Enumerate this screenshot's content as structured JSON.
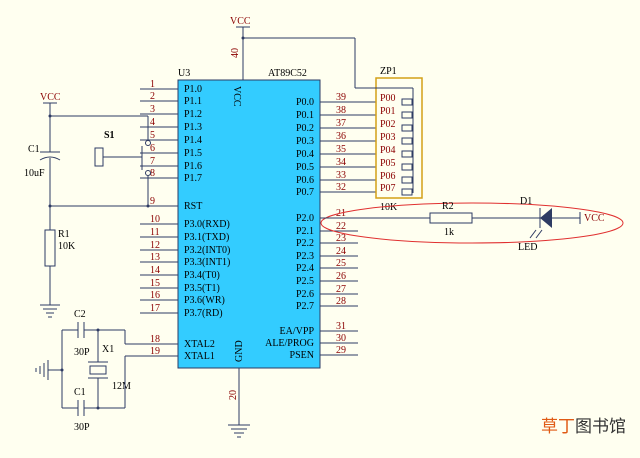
{
  "chip": {
    "ref": "U3",
    "part": "AT89C52",
    "vcc_pin_label": "VCC",
    "gnd_pin_label": "GND",
    "left_pins": [
      {
        "num": "1",
        "name": "P1.0"
      },
      {
        "num": "2",
        "name": "P1.1"
      },
      {
        "num": "3",
        "name": "P1.2"
      },
      {
        "num": "4",
        "name": "P1.3"
      },
      {
        "num": "5",
        "name": "P1.4"
      },
      {
        "num": "6",
        "name": "P1.5"
      },
      {
        "num": "7",
        "name": "P1.6"
      },
      {
        "num": "8",
        "name": "P1.7"
      },
      {
        "num": "9",
        "name": "RST"
      },
      {
        "num": "10",
        "name": "P3.0(RXD)"
      },
      {
        "num": "11",
        "name": "P3.1(TXD)"
      },
      {
        "num": "12",
        "name": "P3.2(INT0)"
      },
      {
        "num": "13",
        "name": "P3.3(INT1)"
      },
      {
        "num": "14",
        "name": "P3.4(T0)"
      },
      {
        "num": "15",
        "name": "P3.5(T1)"
      },
      {
        "num": "16",
        "name": "P3.6(WR)"
      },
      {
        "num": "17",
        "name": "P3.7(RD)"
      },
      {
        "num": "18",
        "name": "XTAL2"
      },
      {
        "num": "19",
        "name": "XTAL1"
      }
    ],
    "right_pins": [
      {
        "num": "39",
        "name": "P0.0"
      },
      {
        "num": "38",
        "name": "P0.1"
      },
      {
        "num": "37",
        "name": "P0.2"
      },
      {
        "num": "36",
        "name": "P0.3"
      },
      {
        "num": "35",
        "name": "P0.4"
      },
      {
        "num": "34",
        "name": "P0.5"
      },
      {
        "num": "33",
        "name": "P0.6"
      },
      {
        "num": "32",
        "name": "P0.7"
      },
      {
        "num": "21",
        "name": "P2.0"
      },
      {
        "num": "22",
        "name": "P2.1"
      },
      {
        "num": "23",
        "name": "P2.2"
      },
      {
        "num": "24",
        "name": "P2.3"
      },
      {
        "num": "25",
        "name": "P2.4"
      },
      {
        "num": "26",
        "name": "P2.5"
      },
      {
        "num": "27",
        "name": "P2.6"
      },
      {
        "num": "28",
        "name": "P2.7"
      },
      {
        "num": "31",
        "name": "EA/VPP"
      },
      {
        "num": "30",
        "name": "ALE/PROG"
      },
      {
        "num": "29",
        "name": "PSEN"
      }
    ],
    "top_pin": "40",
    "bottom_pin": "20"
  },
  "pullup": {
    "ref": "ZP1",
    "value": "10K",
    "nets": [
      "P00",
      "P01",
      "P02",
      "P03",
      "P04",
      "P05",
      "P06",
      "P07"
    ]
  },
  "power": {
    "vcc": "VCC"
  },
  "reset": {
    "cap_ref": "C1",
    "cap_value": "10uF",
    "switch_ref": "S1",
    "res_ref": "R1",
    "res_value": "10K"
  },
  "crystal": {
    "c2_ref": "C2",
    "c2_value": "30P",
    "c1_ref": "C1",
    "c1_value": "30P",
    "x_ref": "X1",
    "x_value": "12M"
  },
  "led_circuit": {
    "r_ref": "R2",
    "r_value": "1k",
    "d_ref": "D1",
    "d_label": "LED",
    "vcc": "VCC"
  },
  "watermark": {
    "part1": "草丁",
    "part2": "图书馆"
  }
}
